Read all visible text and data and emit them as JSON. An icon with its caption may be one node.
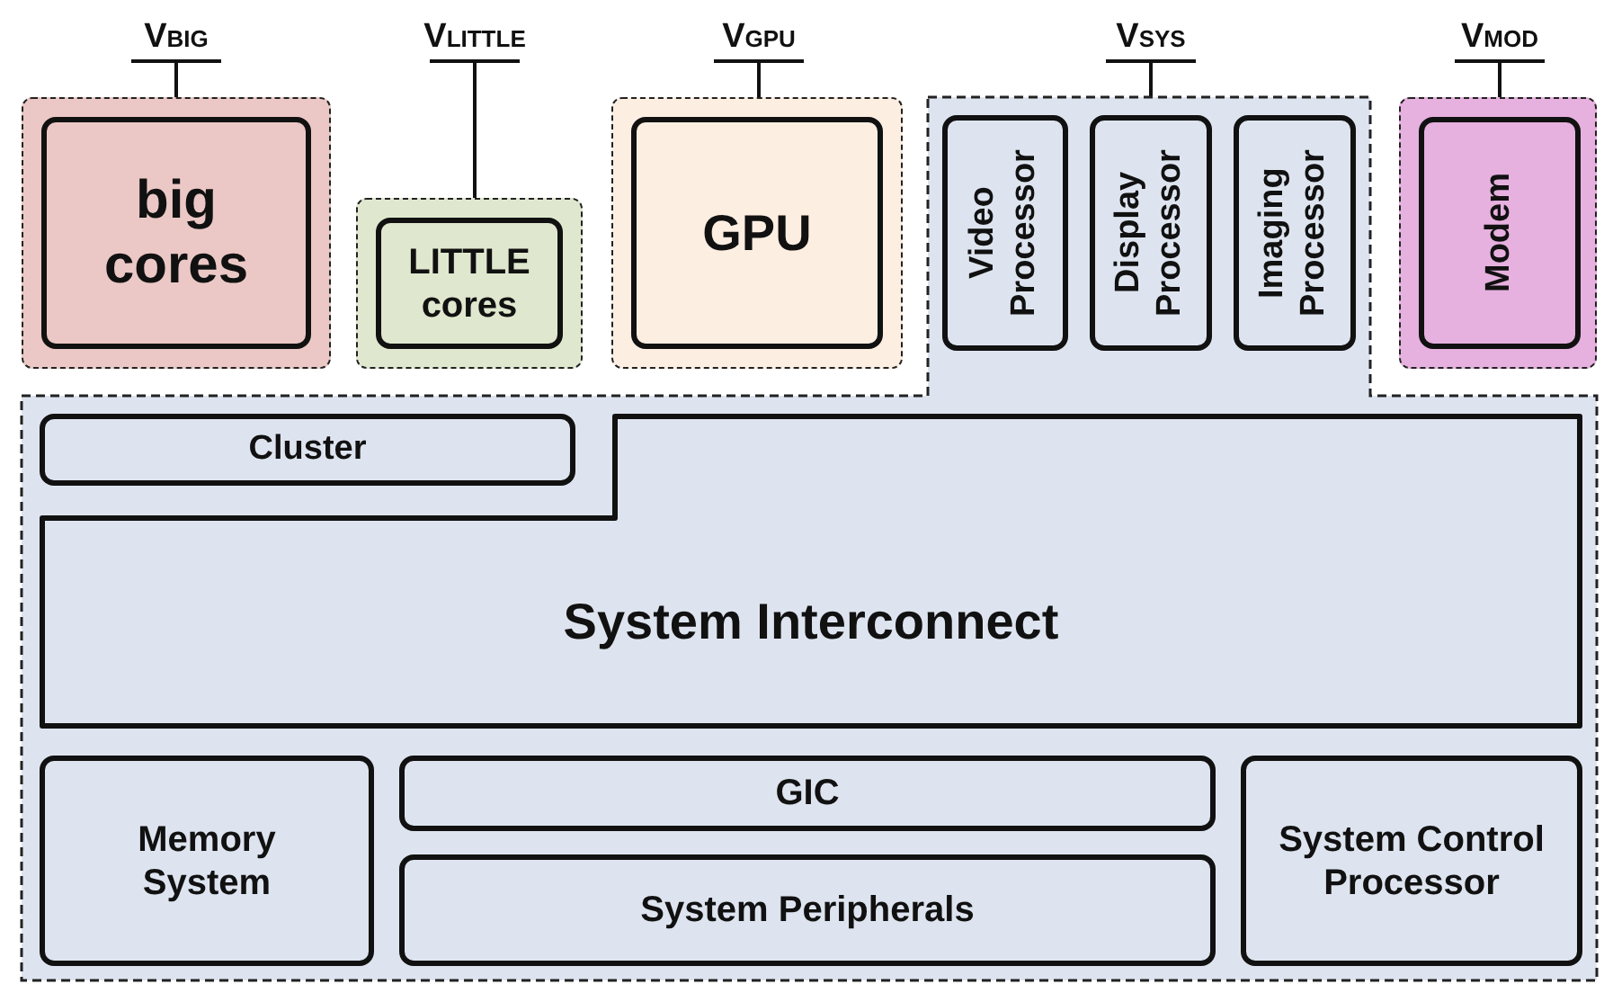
{
  "diagram": {
    "nodes": [
      {
        "text": [
          "V$_{BIG}$"
        ]
      },
      {
        "text": [],
        "shape": "box"
      },
      {
        "text": [
          "big cores"
        ],
        "in": 1
      },
      {
        "text": [
          "V$_{LITTLE}$"
        ]
      },
      {
        "text": [],
        "shape": "box"
      },
      {
        "text": [
          "LITTLE cores"
        ],
        "in": 4
      },
      {
        "text": [
          "V$_{GPU}$"
        ]
      },
      {
        "text": [],
        "shape": "box"
      },
      {
        "text": [
          "GPU"
        ],
        "in": 7
      },
      {
        "text": [
          "V$_{SYS}$"
        ]
      },
      {
        "text": [],
        "shape": "box"
      },
      {
        "text": [
          "Video Processor"
        ],
        "in": 10
      },
      {
        "text": [
          "Display Processor"
        ],
        "in": 10
      },
      {
        "text": [
          "Imaging Processor"
        ],
        "in": 10
      },
      {
        "text": [
          "Cluster"
        ],
        "in": 10
      },
      {
        "text": [
          "System Interconnect"
        ],
        "in": 10
      },
      {
        "text": [
          "Memory System"
        ],
        "in": 10
      },
      {
        "text": [
          "GIC"
        ],
        "in": 10
      },
      {
        "text": [
          "System Peripherals"
        ],
        "in": 10
      },
      {
        "text": [
          "System Control Processor"
        ],
        "in": 10
      },
      {
        "text": [
          "V$_{MOD}$"
        ]
      },
      {
        "text": [],
        "shape": "box"
      },
      {
        "text": [
          "Modem"
        ],
        "in": 21
      }
    ],
    "edges": [
      {
        "from": 0,
        "to": 1,
        "arrow": "other"
      },
      {
        "from": 3,
        "to": 4,
        "arrow": "other"
      },
      {
        "from": 6,
        "to": 7,
        "arrow": "other"
      },
      {
        "from": 9,
        "to": 10,
        "arrow": "other"
      },
      {
        "from": 20,
        "to": 21,
        "arrow": "other"
      }
    ]
  }
}
